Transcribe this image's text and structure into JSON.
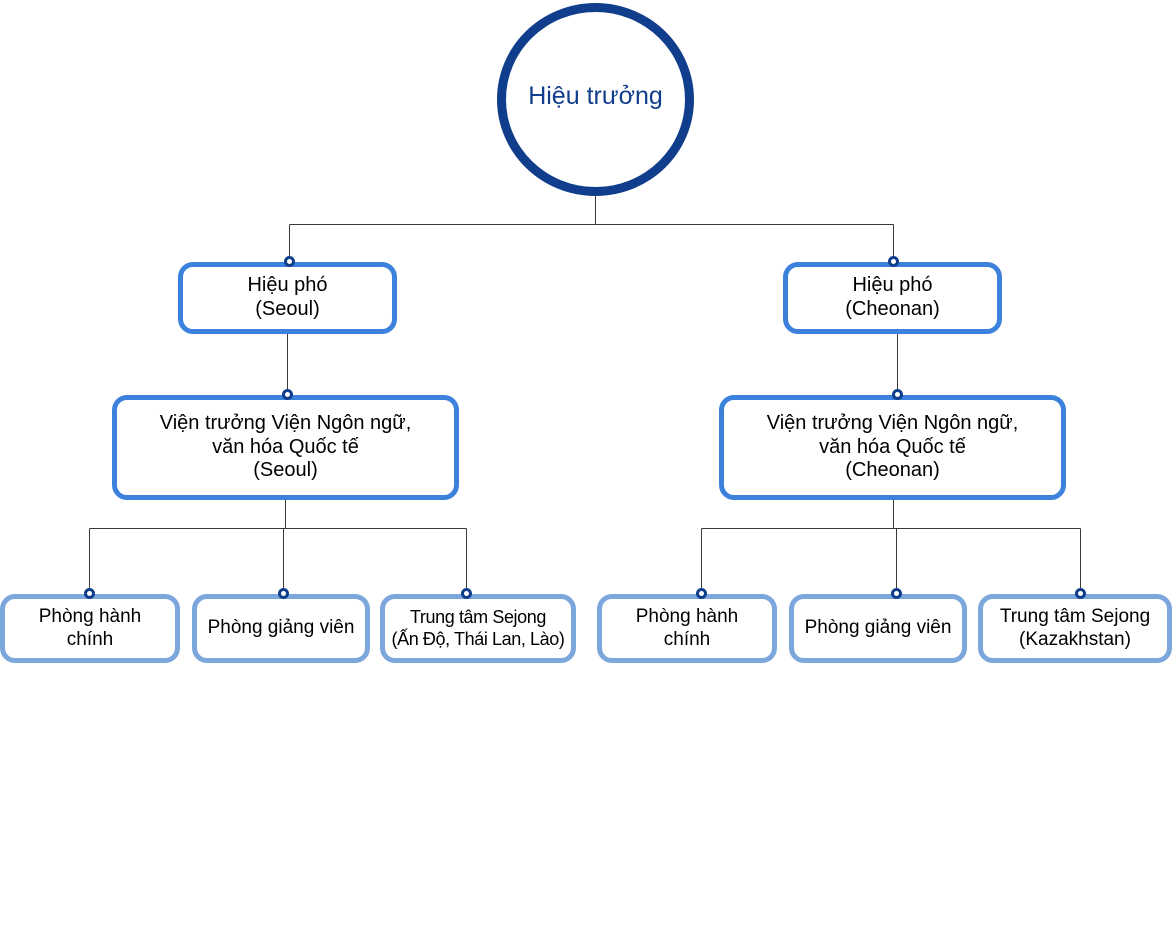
{
  "diagram": {
    "title": "So do to chuc",
    "colors": {
      "root_border": "#103E8C",
      "root_text": "#103E8C",
      "box_border": "#3C82DC",
      "leaf_border": "#7BA7DC",
      "connector_line": "#3A3A3A",
      "connector_dot": "#0F3E8C",
      "node_fill": "#FFFFFF",
      "text": "#000000",
      "background": "#FFFFFF"
    },
    "nodes": {
      "root": "Hiệu trưởng",
      "vice_principal_seoul": "Hiệu phó\n(Seoul)",
      "vice_principal_cheonan": "Hiệu phó\n(Cheonan)",
      "institute_director_seoul": "Viện trưởng Viện Ngôn ngữ,\nvăn hóa Quốc tế\n(Seoul)",
      "institute_director_cheonan": "Viện trưởng Viện Ngôn ngữ,\nvăn hóa Quốc tế\n(Cheonan)",
      "admin_office_seoul": "Phòng hành\nchính",
      "teacher_office_seoul": "Phòng giảng viên",
      "sejong_center_seoul": "Trung tâm Sejong\n(Ấn Độ, Thái Lan, Lào)",
      "admin_office_cheonan": "Phòng hành\nchính",
      "teacher_office_cheonan": "Phòng giảng viên",
      "sejong_center_cheonan": "Trung tâm Sejong\n(Kazakhstan)"
    }
  }
}
